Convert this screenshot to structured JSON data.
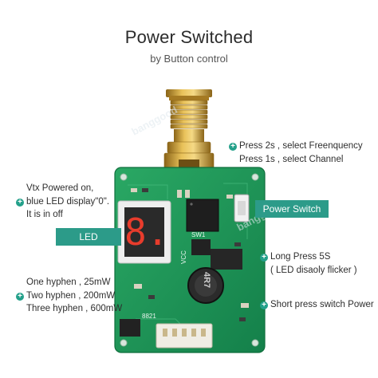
{
  "header": {
    "title": "Power Switched",
    "subtitle": "by Button control"
  },
  "annotations": {
    "press_line1": "Press 2s , select Freenquency",
    "press_line2": "Press 1s , select Channel",
    "vtx_line1": "Vtx Powered on,",
    "vtx_line2": "blue LED display\"0\".",
    "vtx_line3": "It is in off",
    "long_press_line1": "Long Press 5S",
    "long_press_line2": "( LED disaoly flicker )",
    "hyphen_line1": "One hyphen , 25mW",
    "hyphen_line2": "Two hyphen , 200mW",
    "hyphen_line3": "Three hyphen , 600mW",
    "short_press": "Short press switch Power"
  },
  "labels": {
    "power_switch": "Power Switch",
    "led": "LED"
  },
  "board_text": {
    "seven_segment_digit": "8.",
    "inductor_marking": "4R7",
    "pin_label": "SW1",
    "vcc_label": "VCC",
    "chip_label": "8821"
  },
  "colors": {
    "accent_teal": "#2c9b89",
    "pcb_green": "#1f9a55",
    "gold": "#c89a2a"
  }
}
